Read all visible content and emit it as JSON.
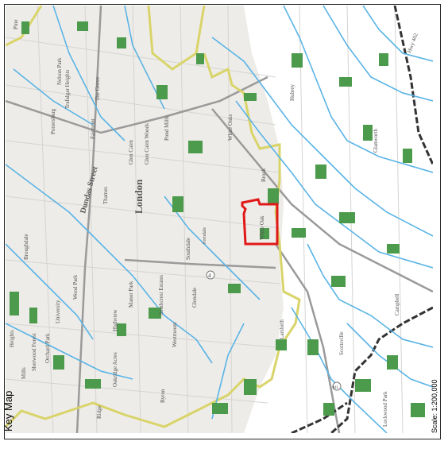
{
  "key_map_label": "Key Map",
  "scale_label": "Scale: 1:200,000",
  "place_labels": {
    "london": "London",
    "dundas_street": "Dundas Street",
    "potters_burg": "Pottersburg",
    "trafalgar_heights": "Trafalgar Heights",
    "nelson_park": "Nelson Park",
    "fairmont": "Fairmont",
    "the_grove": "The Grove",
    "glen_cairn": "Glen Cairn",
    "glen_cairn_woods": "Glen Cairn Woods",
    "pond_mills": "Pond Mills",
    "white_oaks": "White Oaks",
    "southdale": "Southdale",
    "manor_park": "Manor Park",
    "glendale": "Glendale",
    "westmount": "Westmount",
    "southcrest_estates": "Southcrest Estates",
    "highview": "Highview",
    "wood_park": "Wood Park",
    "university": "University",
    "orchard_park": "Orchard Park",
    "sherwood_forest": "Sherwood Forest",
    "oakridge_acres": "Oakridge Acres",
    "byron": "Byron",
    "broughdale": "Broughdale",
    "white_oak_site": "White Oak",
    "brock": "Brock",
    "hubrey": "Hubrey",
    "glanworth": "Glanworth",
    "lambeth": "Lambeth",
    "scottsville": "Scottsville",
    "lockwood_park": "Lockwood Park",
    "campbell": "Campbell",
    "route_4": "4",
    "route_401": "401",
    "hwy_402": "Hwy 402",
    "thames_north": "Thames",
    "ridge": "Ridge",
    "ferndale": "Ferndale",
    "heights": "Heights",
    "mills": "Mills",
    "pine": "Pine"
  },
  "colors": {
    "background": "#ffffff",
    "land": "#f2f0ec",
    "water": "#5ab4e6",
    "green": "#4c9a4c",
    "boundary_yellow": "#d9d46a",
    "municipal_dark": "#333333",
    "road_gray": "#9a9a9a",
    "site_red": "#e01818",
    "label_text": "#555555"
  }
}
